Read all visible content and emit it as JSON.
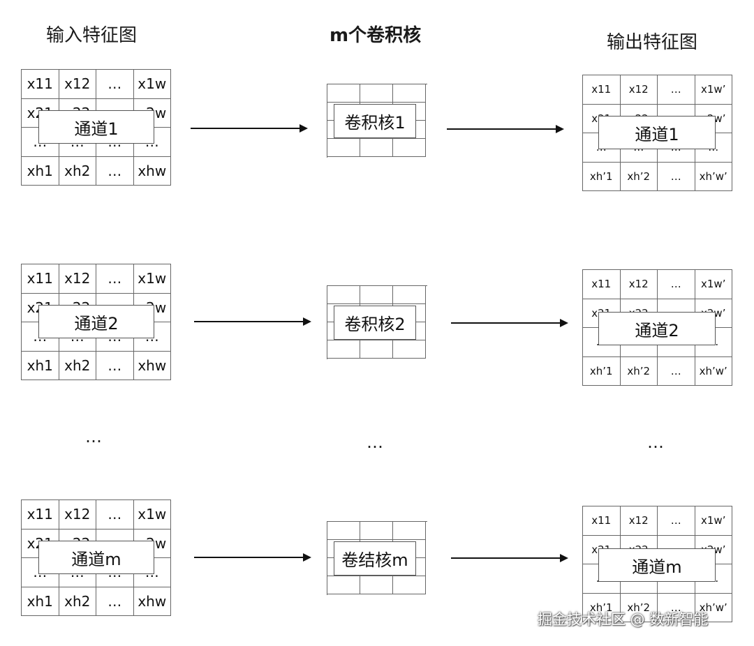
{
  "titles": {
    "input": "输入特征图",
    "kernels": "m个卷积核",
    "output": "输出特征图"
  },
  "input_cells": [
    "x11",
    "x12",
    "…",
    "x1w",
    "x21",
    "x22",
    "…",
    "x2w",
    "…",
    "…",
    "…",
    "…",
    "xh1",
    "xh2",
    "…",
    "xhw"
  ],
  "output_cells": [
    "x11",
    "x12",
    "…",
    "x1w’",
    "x21",
    "x22",
    "…",
    "x2w’",
    "…",
    "…",
    "…",
    "…",
    "xh’1",
    "xh’2",
    "…",
    "xh’w’"
  ],
  "rows": [
    {
      "input_label": "通道1",
      "kernel_label": "卷积核1",
      "output_label": "通道1"
    },
    {
      "input_label": "通道2",
      "kernel_label": "卷积核2",
      "output_label": "通道2"
    },
    {
      "input_label": "通道m",
      "kernel_label": "卷结核m",
      "output_label": "通道m"
    }
  ],
  "ellipsis": "…",
  "watermark": "掘金技术社区 @ 数新智能"
}
